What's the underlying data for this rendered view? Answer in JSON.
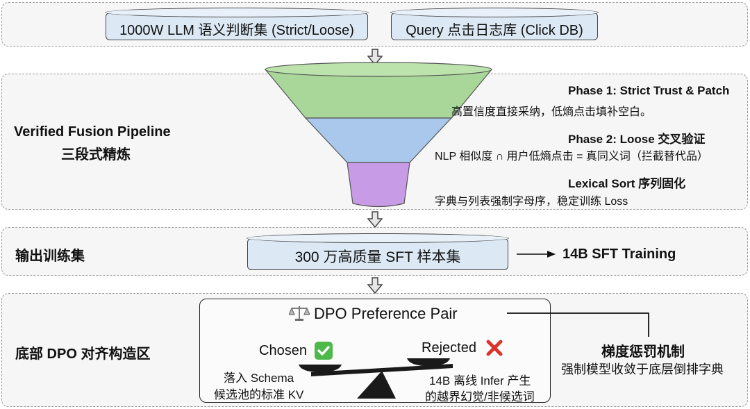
{
  "sources": {
    "semantic_db": "1000W LLM 语义判断集 (Strict/Loose)",
    "click_db": "Query 点击日志库 (Click DB)"
  },
  "pipeline": {
    "title": "Verified Fusion Pipeline",
    "subtitle": "三段式精炼",
    "phase1_title": "Phase 1: Strict Trust & Patch",
    "phase1_desc": "高置信度直接采纳，低熵点击填补空白。",
    "phase2_title": "Phase 2: Loose 交叉验证",
    "phase2_desc": "NLP 相似度 ∩ 用户低熵点击 = 真同义词（拦截替代品）",
    "phase3_title": "Lexical Sort 序列固化",
    "phase3_desc": "字典与列表强制字母序，稳定训练 Loss"
  },
  "output": {
    "title": "输出训练集",
    "dataset": "300 万高质量 SFT 样本集",
    "training": "14B SFT Training"
  },
  "dpo": {
    "title": "底部 DPO 对齐构造区",
    "pair_title": "DPO Preference Pair",
    "chosen_label": "Chosen",
    "rejected_label": "Rejected",
    "chosen_desc_1": "落入 Schema",
    "chosen_desc_2": "候选池的标准 KV",
    "rejected_desc_1": "14B 离线 Infer 产生",
    "rejected_desc_2": "的越界幻觉/非候选词",
    "penalty_title": "梯度惩罚机制",
    "penalty_desc": "强制模型收敛于底层倒排字典"
  },
  "colors": {
    "funnel_green": "#a9d79a",
    "funnel_blue": "#a9c8ec",
    "funnel_purple": "#c89be6",
    "db_fill": "#dce9f5",
    "check_green": "#4fb84a",
    "cross_red": "#d9342b"
  }
}
